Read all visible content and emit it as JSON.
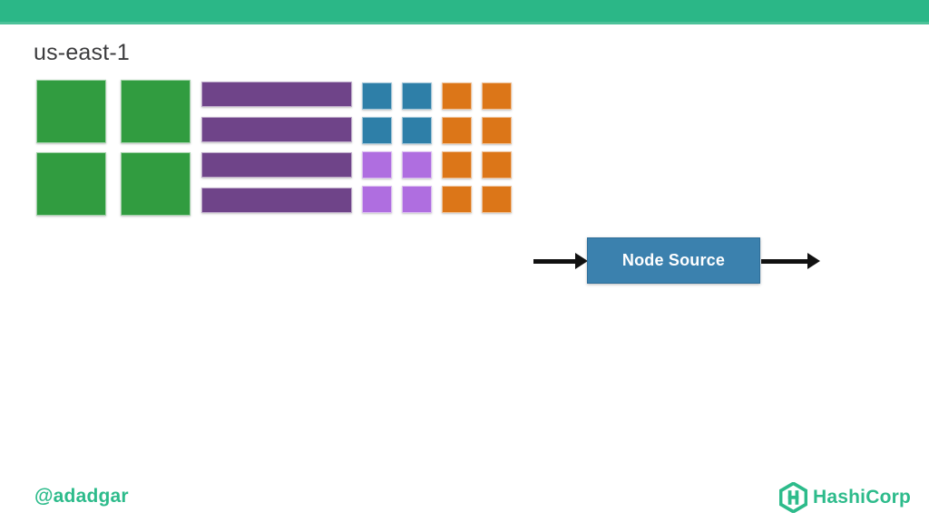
{
  "slide": {
    "region_title": "us-east-1"
  },
  "diagram": {
    "green_squares": {
      "rows": 2,
      "cols": 2,
      "color_key": "green"
    },
    "purple_bars": {
      "count": 4,
      "color_key": "purple"
    },
    "small_squares": {
      "rows": [
        [
          "blue",
          "blue",
          "orange",
          "orange"
        ],
        [
          "blue",
          "blue",
          "orange",
          "orange"
        ],
        [
          "violet",
          "violet",
          "orange",
          "orange"
        ],
        [
          "violet",
          "violet",
          "orange",
          "orange"
        ]
      ]
    },
    "node_box": {
      "label": "Node Source"
    }
  },
  "footer": {
    "handle": "@adadgar",
    "logo_text": "HashiCorp",
    "logo_icon": "hashicorp-hexagon-h-icon"
  },
  "colors": {
    "teal": "#2bb787",
    "teal_light": "#4cc299",
    "logo_green": "#2dbb8b",
    "green": "#319c40",
    "purple": "#6f4489",
    "blue": "#2e7fa8",
    "violet": "#af6ee0",
    "orange": "#dc7618",
    "node_blue": "#3b81ae",
    "title_gray": "#3b3b3d",
    "arrow_black": "#111111"
  }
}
